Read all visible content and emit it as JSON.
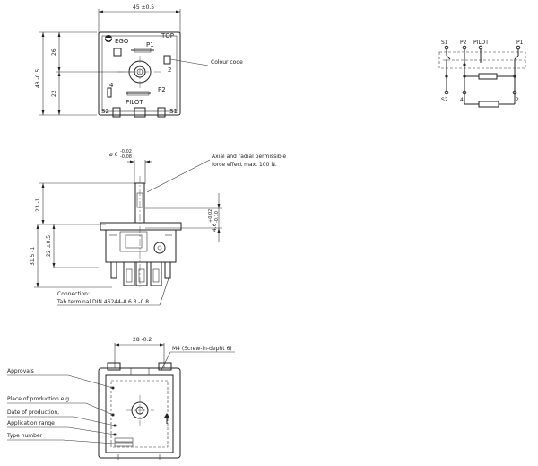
{
  "top_view": {
    "width_dim": "45 ±0.5",
    "height_dim": "48 -0.5",
    "upper_dim": "26",
    "lower_dim": "22",
    "brand": "EGO",
    "label_top": "TOP",
    "label_p1": "P1",
    "label_2": "2",
    "label_4": "4",
    "label_p2": "P2",
    "label_pilot": "PILOT",
    "label_s2": "S2",
    "label_s1": "S1",
    "colour_code": "Colour code"
  },
  "schematic": {
    "s1": "S1",
    "p2": "P2",
    "pilot": "PILOT",
    "p1": "P1",
    "s2": "S2",
    "t4": "4",
    "t2": "2"
  },
  "side_view": {
    "shaft_dia": "ø 6",
    "shaft_tol_upper": "-0.02",
    "shaft_tol_lower": "-0.08",
    "force_note_1": "Axial and radial permissible",
    "force_note_2": "force effect max. 100 N.",
    "shaft_len": "23 -1",
    "flat_len": "4.6",
    "flat_tol_upper": "+0.02",
    "flat_tol_lower": "-0.10",
    "body_h": "22 ±0.5",
    "total_h": "31.5 -1",
    "connection_1": "Connection:",
    "connection_2": "Tab terminal DIN 46244-A 6.3 -0.8"
  },
  "bottom_view": {
    "width_dim": "28 -0.2",
    "screw_note": "M4 (Screw-in-depht 6)",
    "approvals": "Approvals",
    "place": "Place of production e.g.",
    "date": "Date of production,",
    "application": "Application range",
    "type_number": "Type number"
  }
}
